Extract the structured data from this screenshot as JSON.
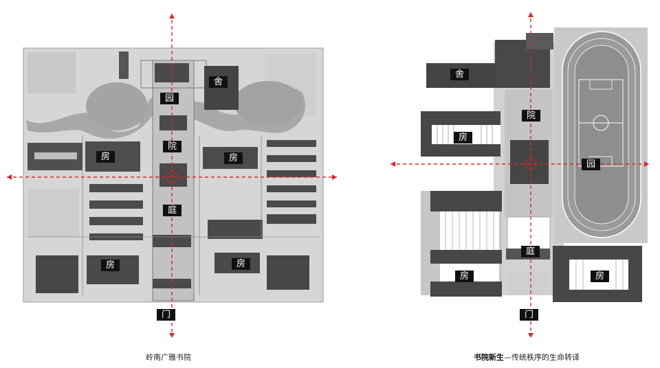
{
  "left_plan": {
    "labels": {
      "yuan": "园",
      "she": "舍",
      "yuan_court": "院",
      "fang_a": "房",
      "fang_b": "房",
      "ting": "庭",
      "fang_c": "房",
      "fang_d": "房",
      "men": "门"
    },
    "caption": "岭南广雅书院"
  },
  "right_plan": {
    "labels": {
      "she": "舍",
      "yuan_court": "院",
      "fang_a": "房",
      "yuan": "园",
      "ting": "庭",
      "fang_b": "房",
      "fang_c": "房",
      "men": "门"
    },
    "caption_bold": "书院新生",
    "caption_rest": "—传统秩序的生命转译"
  },
  "colors": {
    "axis": "#d9262b",
    "block": "#444444",
    "paper": "#d4d4d4",
    "court": "#bdbdbd",
    "label_bg": "#111111"
  }
}
